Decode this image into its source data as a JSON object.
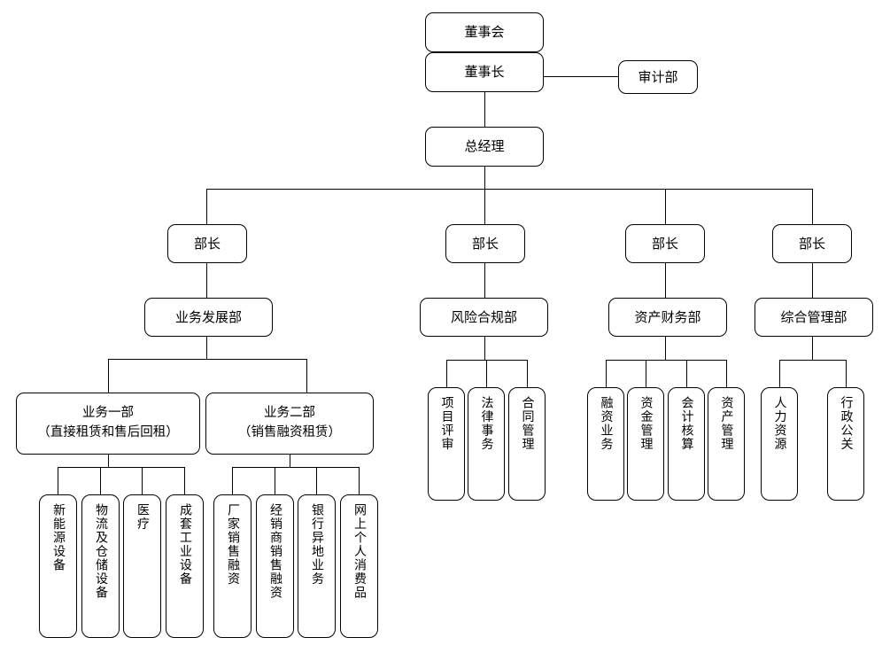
{
  "chart_meta": {
    "type": "org-chart",
    "title": "",
    "orientation": "top-down"
  },
  "top": {
    "board": "董事会",
    "chairman": "董事长",
    "audit": "审计部",
    "general_manager": "总经理"
  },
  "columns": [
    {
      "head_label": "部长",
      "department": "业务发展部",
      "sub_units": [
        {
          "name": "业务一部",
          "detail": "（直接租赁和售后回租）",
          "leaves": [
            "新能源设备",
            "物流及仓储设备",
            "医疗",
            "成套工业设备"
          ]
        },
        {
          "name": "业务二部",
          "detail": "（销售融资租赁）",
          "leaves": [
            "厂家销售融资",
            "经销商销售融资",
            "银行异地业务",
            "网上个人消费品"
          ]
        }
      ]
    },
    {
      "head_label": "部长",
      "department": "风险合规部",
      "leaves": [
        "项目评审",
        "法律事务",
        "合同管理"
      ]
    },
    {
      "head_label": "部长",
      "department": "资产财务部",
      "leaves": [
        "融资业务",
        "资金管理",
        "会计核算",
        "资产管理"
      ]
    },
    {
      "head_label": "部长",
      "department": "综合管理部",
      "leaves": [
        "人力资源",
        "行政公关"
      ]
    }
  ],
  "style": {
    "line_color": "#000000",
    "box_border": "#000000",
    "box_fill": "#ffffff",
    "text_color": "#000000"
  }
}
